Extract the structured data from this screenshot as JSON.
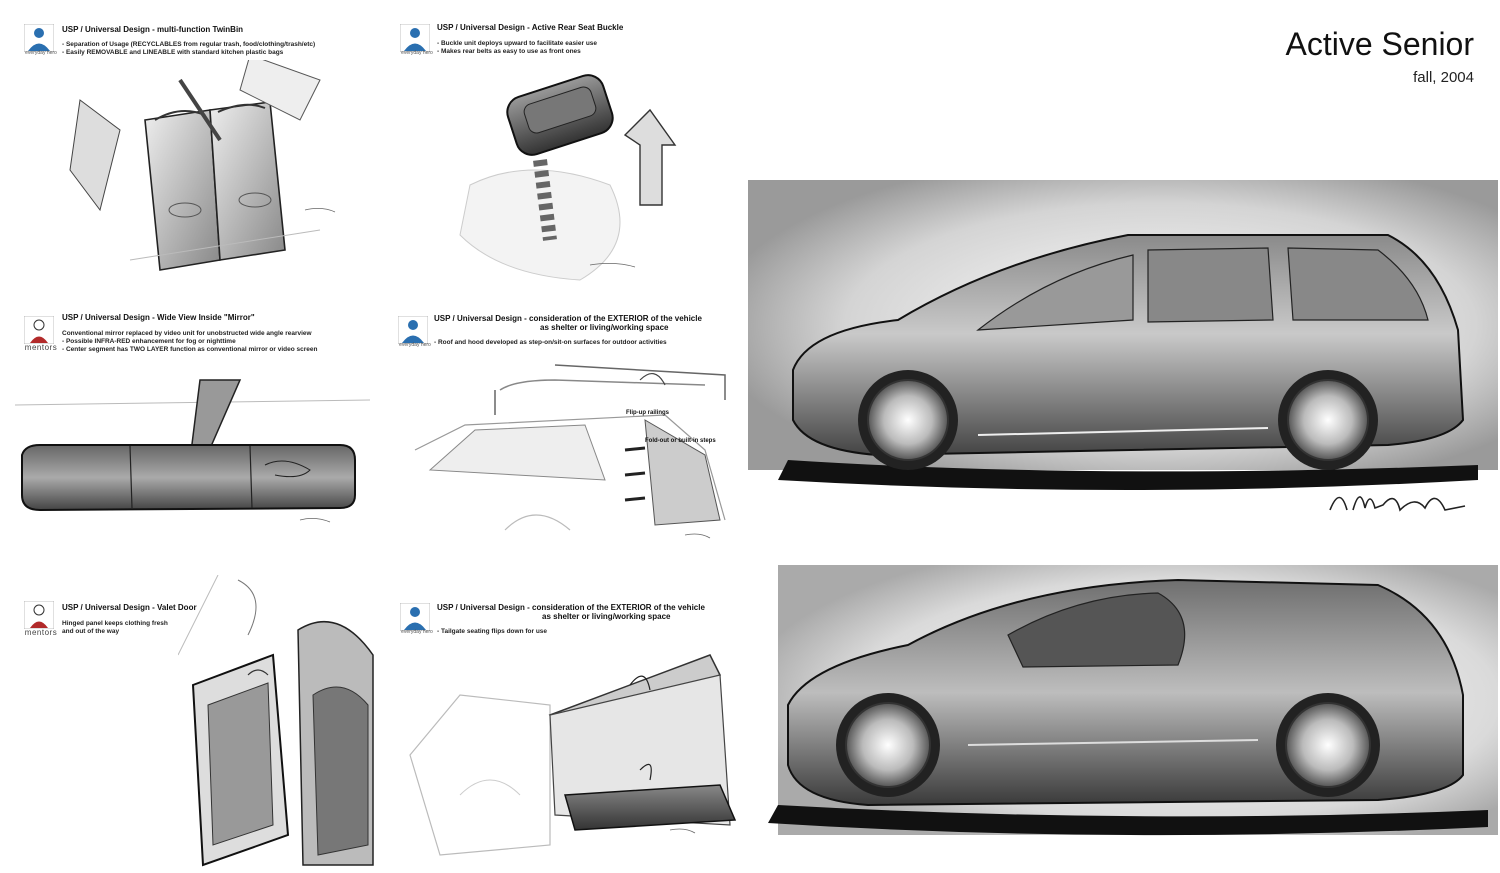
{
  "header": {
    "title": "Active Senior",
    "date": "fall, 2004"
  },
  "panels": [
    {
      "persona": "everyday hero",
      "title": "USP / Universal Design - multi-function TwinBin",
      "lines": [
        "- Separation of Usage (RECYCLABLES from regular trash, food/clothing/trash/etc)",
        "- Easily REMOVABLE and LINEABLE with standard kitchen plastic bags"
      ]
    },
    {
      "persona": "everyday hero",
      "title": "USP / Universal Design - Active Rear Seat Buckle",
      "lines": [
        "- Buckle unit deploys upward to facilitate easier use",
        "- Makes rear belts as easy to use as front ones"
      ]
    },
    {
      "persona": "mentors",
      "title": "USP / Universal Design - Wide View Inside \"Mirror\"",
      "lines": [
        "Conventional mirror replaced by video unit for unobstructed wide angle rearview",
        "- Possible INFRA-RED enhancement for fog or nighttime",
        "- Center segment has TWO LAYER function as conventional mirror or video screen"
      ]
    },
    {
      "persona": "everyday hero",
      "title": "USP / Universal Design - consideration of the EXTERIOR of the vehicle",
      "title2": "as shelter or living/working space",
      "lines": [
        "- Roof and hood developed as step-on/sit-on surfaces for outdoor activities"
      ],
      "labels": [
        "Flip-up railings",
        "Fold-out or built-in steps"
      ]
    },
    {
      "persona": "mentors",
      "title": "USP / Universal Design - Valet Door",
      "lines": [
        "Hinged panel keeps clothing fresh",
        "and out of the way"
      ]
    },
    {
      "persona": "everyday hero",
      "title": "USP / Universal Design - consideration of the EXTERIOR of the vehicle",
      "title2": "as shelter or living/working space",
      "lines": [
        "- Tailgate seating flips down for use"
      ]
    }
  ],
  "colors": {
    "hero_blue": "#2a6fb0",
    "mentor_red": "#b22a2a",
    "ink": "#111111"
  }
}
